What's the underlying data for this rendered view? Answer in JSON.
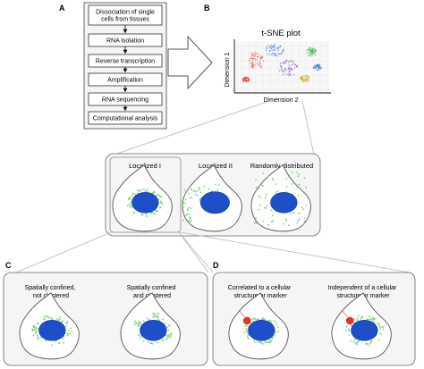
{
  "panels": {
    "a": "A",
    "b": "B",
    "c": "C",
    "d": "D"
  },
  "workflow_steps": [
    [
      "Dissociation of single",
      "cells from tissues"
    ],
    [
      "RNA isolation"
    ],
    [
      "Reverse transcription"
    ],
    [
      "Amplification"
    ],
    [
      "RNA sequencing"
    ],
    [
      "Computational analysis"
    ]
  ],
  "tsne": {
    "title": "t-SNE plot",
    "xlabel": "Dimension 2",
    "ylabel": "Dimension 1",
    "clusters": [
      {
        "color": "#e23b2e"
      },
      {
        "color": "#3f7fd8"
      },
      {
        "color": "#7a4fc0"
      },
      {
        "color": "#2fb04a"
      },
      {
        "color": "#3f7fd8"
      },
      {
        "color": "#d6a41a"
      },
      {
        "color": "#e23b2e"
      }
    ]
  },
  "patterns": {
    "localized_1": "Localized I",
    "localized_2": "Localized II",
    "random": "Randomly distributed"
  },
  "panel_c": {
    "left": [
      "Spatially confined,",
      "not clustered"
    ],
    "right": [
      "Spatially confined",
      "and clustered"
    ]
  },
  "panel_d": {
    "left": [
      "Correlated to a cellular",
      "structure or marker"
    ],
    "right": [
      "Independent of a cellular",
      "structure or marker"
    ]
  },
  "colors": {
    "nucleus": "#1f4fc8",
    "nucleus_edge": "#123a9c",
    "rna_dot": "#7fd17a",
    "marker": "#e2362a",
    "cell_edge": "#555555",
    "panel_bg": "#f7f7f7"
  }
}
